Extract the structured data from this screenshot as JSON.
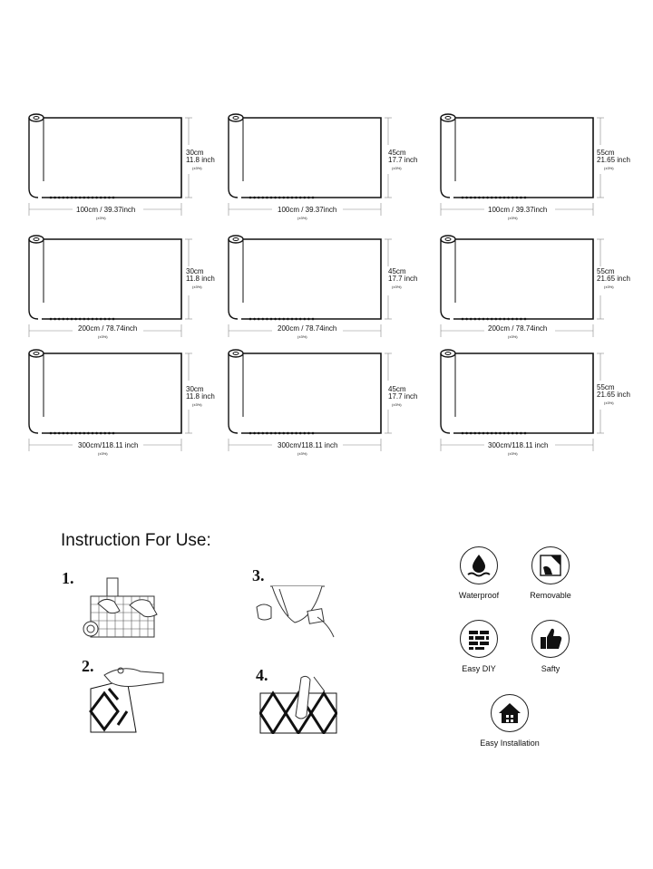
{
  "rolls": [
    {
      "width": "100cm / 39.37inch",
      "height_cm": "30cm",
      "height_in": "11.8 inch",
      "tol_h": "(±3%)",
      "tol_w": "(±3%)"
    },
    {
      "width": "100cm / 39.37inch",
      "height_cm": "45cm",
      "height_in": "17.7 inch",
      "tol_h": "(±3%)",
      "tol_w": "(±3%)"
    },
    {
      "width": "100cm / 39.37inch",
      "height_cm": "55cm",
      "height_in": "21.65 inch",
      "tol_h": "(±3%)",
      "tol_w": "(±3%)"
    },
    {
      "width": "200cm / 78.74inch",
      "height_cm": "30cm",
      "height_in": "11.8 inch",
      "tol_h": "(±3%)",
      "tol_w": "(±3%)"
    },
    {
      "width": "200cm / 78.74inch",
      "height_cm": "45cm",
      "height_in": "17.7 inch",
      "tol_h": "(±3%)",
      "tol_w": "(±3%)"
    },
    {
      "width": "200cm / 78.74inch",
      "height_cm": "55cm",
      "height_in": "21.65 inch",
      "tol_h": "(±3%)",
      "tol_w": "(±3%)"
    },
    {
      "width": "300cm/118.11 inch",
      "height_cm": "30cm",
      "height_in": "11.8 inch",
      "tol_h": "(±3%)",
      "tol_w": "(±3%)"
    },
    {
      "width": "300cm/118.11 inch",
      "height_cm": "45cm",
      "height_in": "17.7 inch",
      "tol_h": "(±3%)",
      "tol_w": "(±3%)"
    },
    {
      "width": "300cm/118.11 inch",
      "height_cm": "55cm",
      "height_in": "21.65 inch",
      "tol_h": "(±3%)",
      "tol_w": "(±3%)"
    }
  ],
  "instructions": {
    "title": "Instruction For Use:",
    "steps": [
      {
        "number": "1."
      },
      {
        "number": "2."
      },
      {
        "number": "3."
      },
      {
        "number": "4."
      }
    ]
  },
  "features": [
    {
      "label": "Waterproof",
      "icon": "waterproof-icon"
    },
    {
      "label": "Removable",
      "icon": "removable-icon"
    },
    {
      "label": "Easy DIY",
      "icon": "brick-wall-icon"
    },
    {
      "label": "Safty",
      "icon": "thumbs-up-icon"
    },
    {
      "label": "Easy Installation",
      "icon": "house-icon"
    }
  ]
}
